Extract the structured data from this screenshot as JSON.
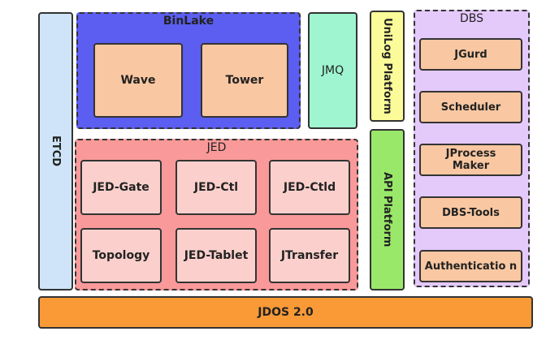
{
  "etcd": "ETCD",
  "binlake": {
    "title": "BinLake",
    "items": [
      "Wave",
      "Tower"
    ]
  },
  "jmq": "JMQ",
  "unilog": "UniLog Platform",
  "api": "API Platform",
  "dbs": {
    "title": "DBS",
    "items": [
      "JGurd",
      "Scheduler",
      "JProcess Maker",
      "DBS-Tools",
      "Authenticatio n"
    ]
  },
  "jed": {
    "title": "JED",
    "items": [
      "JED-Gate",
      "JED-Ctl",
      "JED-Ctld",
      "Topology",
      "JED-Tablet",
      "JTransfer"
    ]
  },
  "jdos": "JDOS 2.0"
}
